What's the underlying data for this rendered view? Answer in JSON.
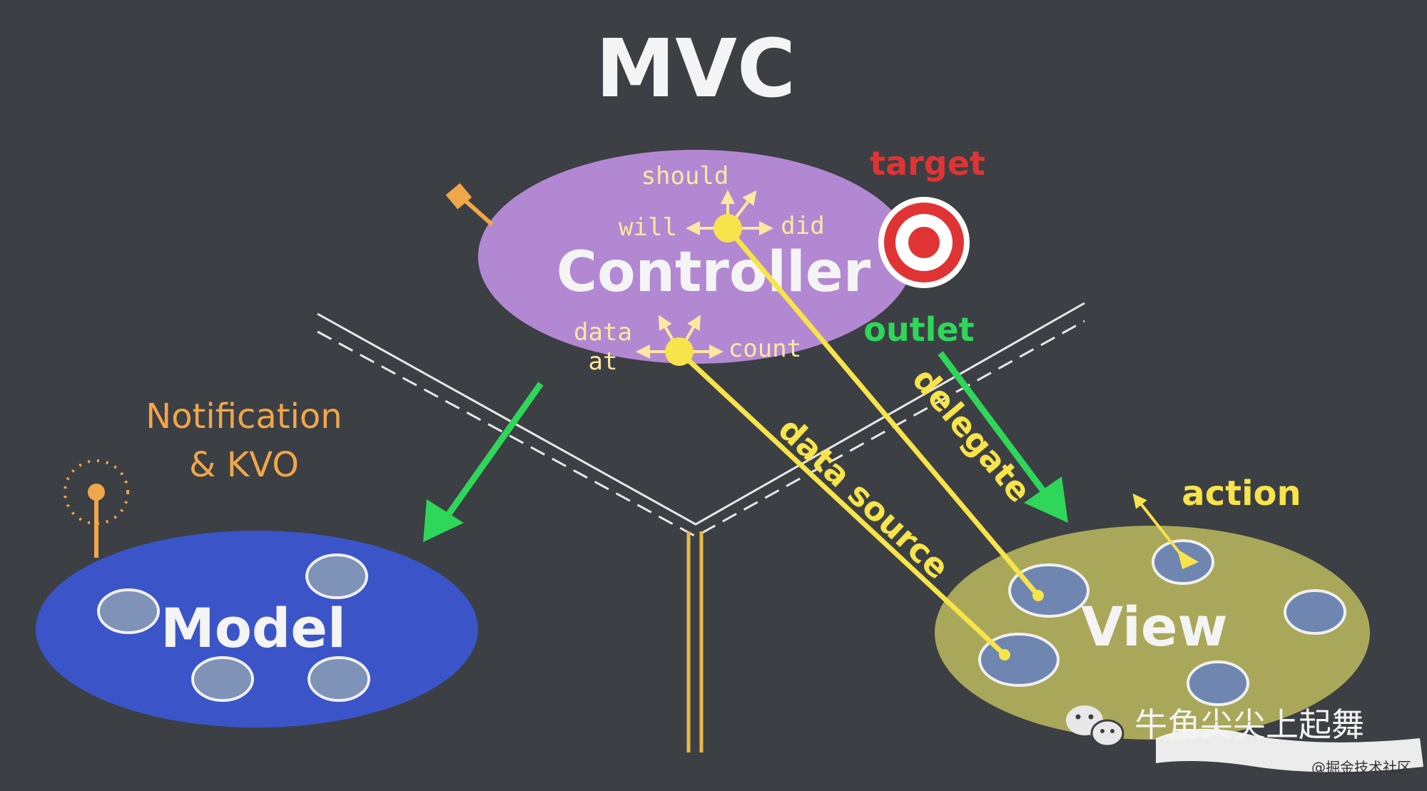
{
  "title": "MVC",
  "nodes": {
    "controller": {
      "label": "Controller",
      "fill": "#b68ad8"
    },
    "model": {
      "label": "Model",
      "fill": "#3b55c9"
    },
    "view": {
      "label": "View",
      "fill": "#a9a85a"
    }
  },
  "controller_callbacks": {
    "should": "should",
    "will": "will",
    "did": "did",
    "data_at_line1": "data",
    "data_at_line2": "at",
    "count": "count"
  },
  "labels": {
    "target": "target",
    "outlet": "outlet",
    "delegate": "delegate",
    "data_source": "data source",
    "action": "action",
    "notification_line1": "Notification",
    "notification_line2": "& KVO"
  },
  "watermark": {
    "account": "牛角尖尖上起舞",
    "site": "@掘金技术社区"
  },
  "colors": {
    "background": "#3c3f43",
    "white": "#f2f2f2",
    "yellow": "#f7e34a",
    "orange": "#f0a64a",
    "green": "#2ed65a",
    "red": "#e03434",
    "callback_text": "#ffe7a0"
  }
}
